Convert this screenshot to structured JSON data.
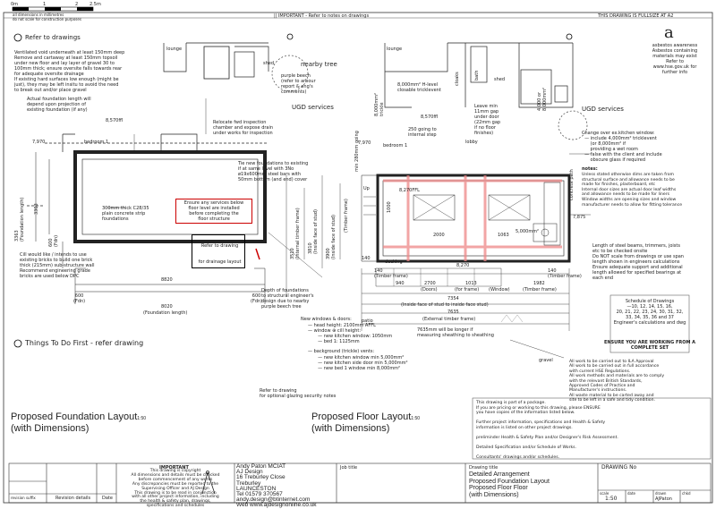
{
  "scale_bar": {
    "ticks": [
      "0m",
      "1",
      "2",
      "2.5m"
    ],
    "note1": "all dimensions in millimetres",
    "note2": "do not scale for construction purposes"
  },
  "top_banner": {
    "left": "|| IMPORTANT - Refer to notes on drawings",
    "right": "THIS DRAWING IS FULLSIZE AT A2"
  },
  "refer": "Refer to drawings",
  "asbestos": {
    "symbol": "a",
    "text": "asbestos awareness\nAsbestos containing\nmaterials may exist\nRefer to\nwww.hse.gov.uk for\nfurther info"
  },
  "left_plan": {
    "vent_note": "Ventilated void underneath at least 150mm deep\nRemove and cartaway at least 150mm topsoil\nunder new floor and lay layer of gravel 30 to\n100mm thick; ensure oversite falls towards rear\nfor adequate oversite drainage\nIf existing hard surfaces low enough (might be\njust), they may be left insitu to avoid the need\nto break out and/or place gravel",
    "foundation_note": "Actual foundation length will\ndepend upon projection of\nexisting foundation (if any)",
    "lounge": "lounge",
    "shed": "shed",
    "tree": "nearby tree",
    "purple_beech": "purple beech\n(refer to arbour\nreport & eng's\ncomments)",
    "ugd": "UGD services",
    "level1": "8,570ffl",
    "bedroom": "bedroom 1",
    "dim_7970": "7,970",
    "relocate": "Relocate fwd inspection\nchamber and expose drain\nunder works for inspection",
    "strip": "300mm thick C28/35\nplain concrete strip\nfoundations",
    "services_box": "Ensure any services below\nfloor level are installed\nbefore completing the\nfloor structure",
    "drainage_box": "for drainage layout",
    "refer_to_drawing": "Refer to drawing",
    "cill": "Cill would like / intends to use\nexisting bricks to build one brick\nthick (215mm) sub-structure wall\nRecommend engineering grade\nbricks are used below DPC",
    "dim_3363": "3363\n(Foundation length)",
    "dim_3303": "3303",
    "dim_600v": "600\n(Fdn)",
    "dim_8820": "8820",
    "dim_8020": "8020",
    "foundation_length": "(Foundation length)",
    "fdn_l": "600\n(Fdn)",
    "fdn_r": "600\n(Fdn)",
    "depth_note": "Depth of foundations\nto structural engineer's\ndesign due to nearby\npurple beech tree",
    "tie_note": "Tie new foundations to existing\nif at same level with 3No\nø19x600mm steel bars with\n50mm bottom (and end) cover",
    "windows_head": "New windows & doors:",
    "windows_list": "— head height: 2100mm AFFL\n— window ⊕ cill height:\n       — new kitchen window: 1050mm\n       — bed 1: 1125mm",
    "background_head": "— background (trickle) vents:",
    "background_list": "       — new kitchen window min 5,000mm²\n       — new kitchen side door min 5,000mm²\n       — new bed 1 window min 8,000mm²",
    "glazing_note": "Refer to drawing\nfor optional glazing security notes",
    "things_first": "Things To Do First - refer drawing",
    "title1": "Proposed Foundation Layout",
    "title1_scale": "1:50",
    "title2": "(with Dimensions)"
  },
  "right_plan": {
    "vent_h": "8,000mm² H-level\nclosable tricklevent",
    "vent_v": "8,000mm²\ntrickle",
    "lounge": "lounge",
    "shed": "shed",
    "ugd": "UGD services",
    "level1": "8,570ffl",
    "level2": "8,270FFL",
    "leave": "Leave min\n11mm gap\nunder door\n(22mm gap\nif no floor\nfinishes)",
    "dim_250": "250 going to\ninternal step",
    "lobby": "lobby",
    "bath": "bath",
    "cloaks": "cloaks",
    "dim_4000": "4,000 or\n8,000mm²",
    "window_note": "Change over ex.kitchen window:\n  — include 4,000mm² tricklevent\n      (or 8,000mm² if\n      providing a wet room\n  — false with the client and include\n      obscure glass if required",
    "dim_7970": "7,970",
    "bedroom": "bedroom 1",
    "concrete_path": "concrete path",
    "notes_title": "notes:",
    "notes_body": "Unless stated otherwise dims are taken from\nstructural surface and allowance needs to be\nmade for finishes, plasterboard, etc\nInternal door sizes are actual door leaf widths\nand allowance needs to be made for liners\nWindow widths are opening sizes and window\nmanufacturer needs to allow for fitting tolerance",
    "dim_7875": "7,875",
    "dim_2000": "2000",
    "dim_1063": "1063",
    "dim_1000": "1000",
    "vent_5000": "5,000mm²",
    "decking": "decking",
    "up": "Up",
    "dim_8270": "8,270",
    "dim_140l": "140\n(Timber frame)",
    "dim_140r": "140\n(Timber frame)",
    "dim_1013": "1013",
    "dim_2700": "2700",
    "dim_940": "940",
    "dim_1982": "1982",
    "doors": "(Doors)",
    "frame": "(for frame)",
    "windowlbl": "(Window)",
    "timber_frame": "(Timber frame)",
    "dim_7354": "7354",
    "inside_face": "(Inside face of stud to inside face stud)",
    "dim_7635": "7635",
    "external": "(External timber frame)",
    "longer": "7635mm will be longer if\nmeasuring sheathing to sheathing",
    "patio": "patio",
    "gravel": "gravel",
    "steel_note": "Length of steel beams, trimmers, joists\netc to be checked onsite\nDo NOT scale from drawings or use span\nlength shown in engineers calculations\nEnsure adequate support and additional\nlength allowed for specified bearings at\neach end",
    "schedule": "Schedule of Drawings\n—10, 12, 14, 15, 16,\n20, 21, 22, 23, 24, 30, 31, 32,\n33, 34, 35, 36 and 37\nEngineer's calculations and dwg",
    "complete": "ENSURE YOU ARE WORKING FROM A\nCOMPLETE SET",
    "hse_note": "All work to be carried out to ILA Approval\nAll work to be carried out in full accordance\nwith current HSE Regulations.\nAll work methods and materials are to comply\nwith the relevant British Standards,\nApproved Codes of Practice and\nManufacturer's instructions.\nAll waste material to be carted away and\nsite to be left in a safe and tidy condition.",
    "package": "This drawing is part of a package.\nIf you are pricing or working to this drawing, please ENSURE\nyou have copies of the information listed below.\n\nFurther project information, specifications and Health & Safety\ninformation is listed on other project drawings.\n\npreliminder Health & Safety Plan and/or Designer's Risk Assessment.\n\nDetailed Specification and/or Schedule of Works.\n\nConsultants' drawings and/or schedules.",
    "title1": "Proposed Floor Layout",
    "title1_scale": "1:50",
    "title2": "(with Dimensions)",
    "dim_y1": "3510\n(Internal timber frame)",
    "dim_y2": "3810\n(Inside face of stud)",
    "dim_y3": "3900\n(Inside face of stud)",
    "dim_y4": "(Timber frame)",
    "min_going": "min 280mm going",
    "dim_140v": "140"
  },
  "title_block": {
    "important_head": "IMPORTANT",
    "important_body": "This drawing is copyright\nAll dimensions and details must be checked\nbefore commencement of any works\nAny discrepancies must be reported to the\nSupervising Officer and AJ Design\nThis drawing is to be read in conjunction\nwith all other project information, including\nthe health & safety plan, drawings,\nspecifications and schedules",
    "firm": "Andy Paton MCIAT\nAJ Design\n16 Treburley Close\nTreburley\nLAUNCESTON\nTel 01579 370567\nandy.design@btinternet.com\nWeb www.ajdesignonline.co.uk",
    "job_title_label": "Job title",
    "drawing_title_label": "Drawing title",
    "drawing_title": "Detailed Arrangement\nProposed Foundation Layout\nProposed Floor Floor\n(with Dimensions)",
    "drawing_no_label": "DRAWING No",
    "scale_label": "scale",
    "scale": "1:50",
    "date_label": "date",
    "drawn_label": "drawn",
    "drawn": "AJPaton",
    "checked_label": "chkd",
    "revision_label": "revision suffix",
    "revision_details": "Revision details",
    "date_col": "Date"
  }
}
